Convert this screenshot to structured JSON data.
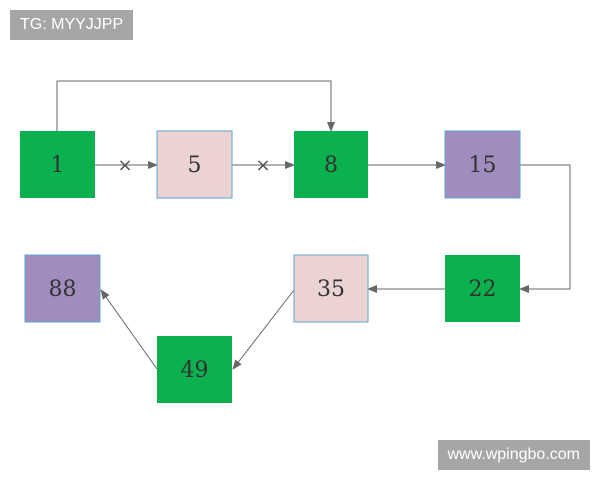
{
  "tags": {
    "top_left": "TG: MYYJJPP",
    "bottom_right": "www.wpingbo.com"
  },
  "colors": {
    "green": "#0bb04f",
    "pink": "#ebd3d3",
    "purple": "#a08dbd",
    "connector": "#666666",
    "node_border": "#5ea7d2"
  },
  "nodes": [
    {
      "id": "n1",
      "label": "1",
      "color": "green"
    },
    {
      "id": "n5",
      "label": "5",
      "color": "pink"
    },
    {
      "id": "n8",
      "label": "8",
      "color": "green"
    },
    {
      "id": "n15",
      "label": "15",
      "color": "purple"
    },
    {
      "id": "n22",
      "label": "22",
      "color": "green"
    },
    {
      "id": "n35",
      "label": "35",
      "color": "pink"
    },
    {
      "id": "n49",
      "label": "49",
      "color": "green"
    },
    {
      "id": "n88",
      "label": "88",
      "color": "purple"
    }
  ],
  "connectors": [
    {
      "from": "n1",
      "to": "n5",
      "marker": "×"
    },
    {
      "from": "n5",
      "to": "n8",
      "marker": "×"
    },
    {
      "from": "n1",
      "to": "n8",
      "marker": ""
    },
    {
      "from": "n8",
      "to": "n15",
      "marker": ""
    },
    {
      "from": "n15",
      "to": "n22",
      "marker": ""
    },
    {
      "from": "n22",
      "to": "n35",
      "marker": ""
    },
    {
      "from": "n35",
      "to": "n49",
      "marker": ""
    },
    {
      "from": "n49",
      "to": "n88",
      "marker": ""
    }
  ]
}
